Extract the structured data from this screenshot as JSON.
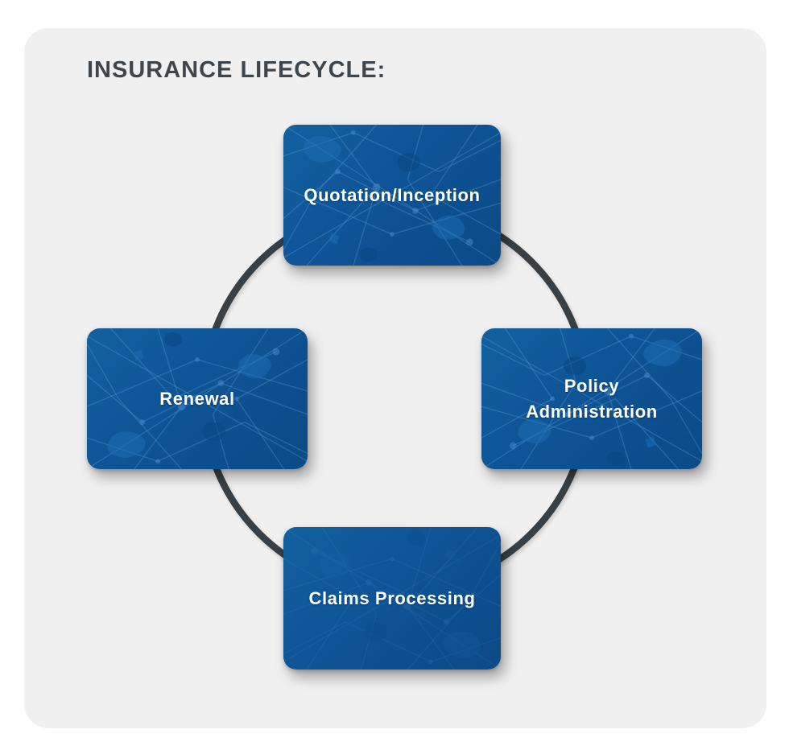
{
  "title": "INSURANCE LIFECYCLE:",
  "diagram": {
    "type": "cycle",
    "nodes": [
      {
        "label": "Quotation/Inception",
        "position": "top"
      },
      {
        "label": "Policy Administration",
        "position": "right"
      },
      {
        "label": "Claims Processing",
        "position": "bottom"
      },
      {
        "label": "Renewal",
        "position": "left"
      }
    ]
  },
  "colors": {
    "page-bg": "#ffffff",
    "card-bg": "#f0f0f1",
    "title-color": "#3e454b",
    "node-blue": "#0e5496",
    "node-blue-deep": "#0b4a87",
    "node-text": "#ffffff",
    "ring-color": "#384045"
  }
}
